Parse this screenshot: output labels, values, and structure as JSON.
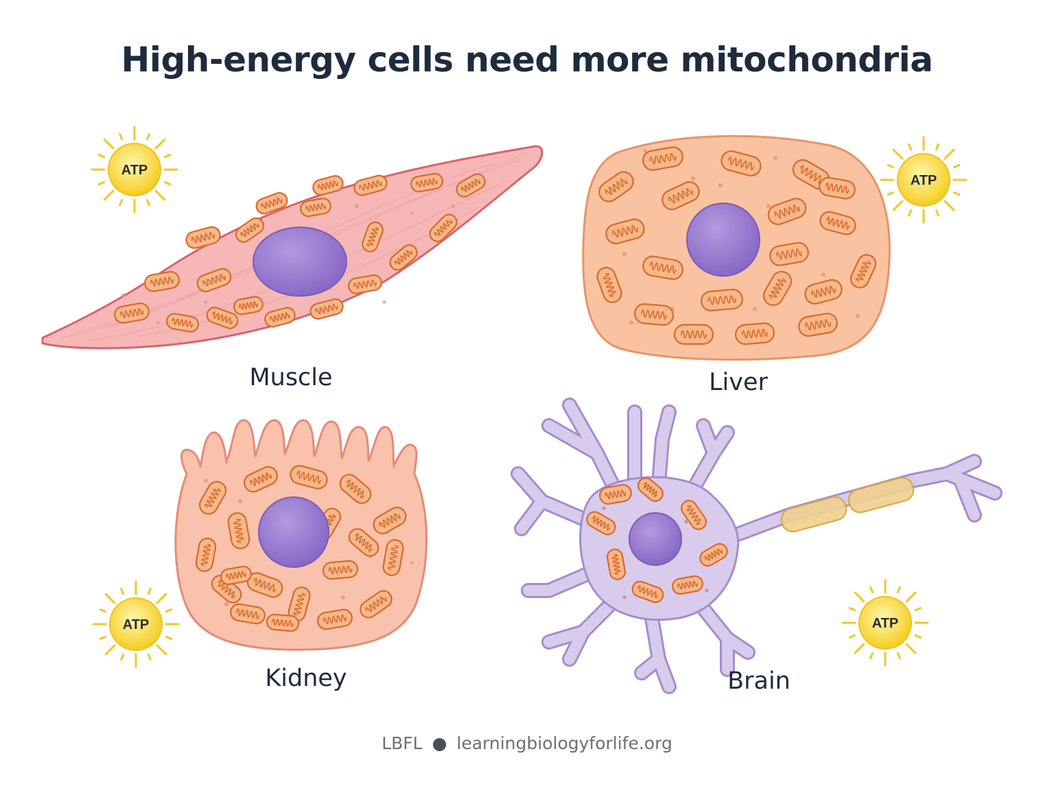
{
  "title": "High-energy cells need more mitochondria",
  "cells": {
    "muscle": "Muscle",
    "liver": "Liver",
    "kidney": "Kidney",
    "brain": "Brain"
  },
  "atp_label": "ATP",
  "footer": {
    "brand": "LBFL",
    "url": "learningbiologyforlife.org"
  },
  "colors": {
    "muscle_fill": "#f6b8b6",
    "muscle_stroke": "#d9646b",
    "liver_fill": "#f9c3a1",
    "liver_stroke": "#e79467",
    "kidney_fill": "#f9c2ad",
    "kidney_stroke": "#e58a78",
    "neuron_fill": "#d9cbeb",
    "neuron_stroke": "#a38dcd",
    "nucleus": "#9b7ccd",
    "mitochondria_fill": "#f7b88a",
    "mitochondria_stroke": "#d8692e",
    "myelin": "#f1d08f",
    "atp_sun": "#f6d32d",
    "title": "#1e2b3d"
  }
}
